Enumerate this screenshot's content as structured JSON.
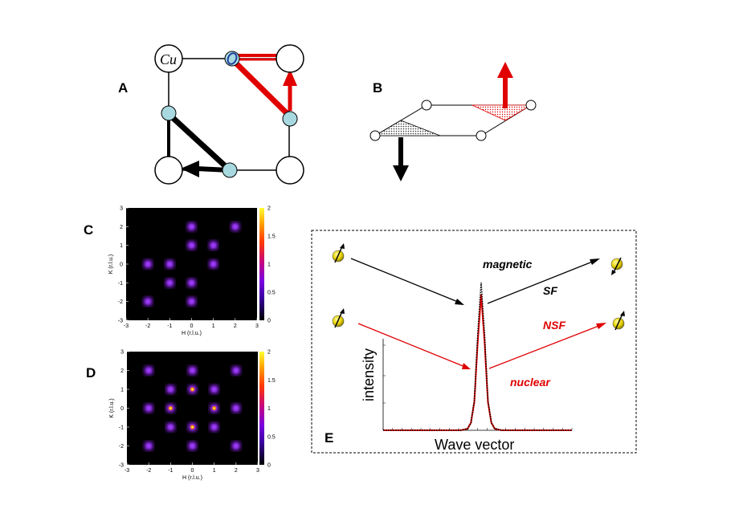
{
  "panels": {
    "A": {
      "letter": "A",
      "atom_label": "Cu"
    },
    "B": {
      "letter": "B"
    },
    "C": {
      "letter": "C"
    },
    "D": {
      "letter": "D"
    },
    "E": {
      "letter": "E",
      "label_magnetic": "magnetic",
      "label_sf": "SF",
      "label_nsf": "NSF",
      "label_nuclear": "nuclear",
      "colors": {
        "black_path": "#000000",
        "red_path": "#e00000",
        "neutron": "#e8d400"
      }
    }
  },
  "chart_data": [
    {
      "type": "heatmap",
      "panel": "C",
      "xlabel": "H (r.l.u.)",
      "ylabel": "K (r.l.u.)",
      "xlim": [
        -3,
        3
      ],
      "ylim": [
        -3,
        3
      ],
      "xticks": [
        "-3",
        "-2",
        "-1",
        "0",
        "1",
        "2",
        "3"
      ],
      "yticks": [
        "-3",
        "-2",
        "-1",
        "0",
        "1",
        "2",
        "3"
      ],
      "colorbar": {
        "range": [
          0,
          2
        ],
        "ticks": [
          "0",
          "0.5",
          "1",
          "1.5",
          "2"
        ]
      },
      "peaks": [
        {
          "h": 2,
          "k": 2,
          "v": 0.35
        },
        {
          "h": 0,
          "k": 2,
          "v": 0.35
        },
        {
          "h": 0,
          "k": 1,
          "v": 0.55
        },
        {
          "h": 1,
          "k": 1,
          "v": 0.6
        },
        {
          "h": -1,
          "k": 0,
          "v": 0.6
        },
        {
          "h": 1,
          "k": 0,
          "v": 0.6
        },
        {
          "h": -2,
          "k": 0,
          "v": 0.35
        },
        {
          "h": -1,
          "k": -1,
          "v": 0.6
        },
        {
          "h": 0,
          "k": -1,
          "v": 0.6
        },
        {
          "h": -2,
          "k": -2,
          "v": 0.35
        },
        {
          "h": 0,
          "k": -2,
          "v": 0.35
        }
      ]
    },
    {
      "type": "heatmap",
      "panel": "D",
      "xlabel": "H (r.l.u.)",
      "ylabel": "K (r.l.u.)",
      "xlim": [
        -3,
        3
      ],
      "ylim": [
        -3,
        3
      ],
      "xticks": [
        "-3",
        "-2",
        "-1",
        "0",
        "1",
        "2",
        "3"
      ],
      "yticks": [
        "-3",
        "-2",
        "-1",
        "0",
        "1",
        "2",
        "3"
      ],
      "colorbar": {
        "range": [
          0,
          2
        ],
        "ticks": [
          "0",
          "0.5",
          "1",
          "1.5",
          "2"
        ]
      },
      "peaks": [
        {
          "h": -2,
          "k": 2,
          "v": 0.35
        },
        {
          "h": 0,
          "k": 2,
          "v": 0.35
        },
        {
          "h": 2,
          "k": 2,
          "v": 0.35
        },
        {
          "h": -1,
          "k": 1,
          "v": 0.6
        },
        {
          "h": 0,
          "k": 1,
          "v": 1.9
        },
        {
          "h": 1,
          "k": 1,
          "v": 0.6
        },
        {
          "h": -2,
          "k": 0,
          "v": 0.35
        },
        {
          "h": -1,
          "k": 0,
          "v": 1.9
        },
        {
          "h": 1,
          "k": 0,
          "v": 1.9
        },
        {
          "h": 2,
          "k": 0,
          "v": 0.35
        },
        {
          "h": -1,
          "k": -1,
          "v": 0.6
        },
        {
          "h": 0,
          "k": -1,
          "v": 1.9
        },
        {
          "h": 1,
          "k": -1,
          "v": 0.6
        },
        {
          "h": -2,
          "k": -2,
          "v": 0.35
        },
        {
          "h": 0,
          "k": -2,
          "v": 0.35
        },
        {
          "h": 2,
          "k": -2,
          "v": 0.35
        }
      ]
    },
    {
      "type": "line",
      "panel": "E",
      "xlabel": "Wave vector",
      "ylabel": "intensity",
      "series": [
        {
          "style": "black dotted",
          "x": [
            -3,
            -2,
            -1.5,
            -1,
            -0.5,
            0,
            0.5,
            1,
            1.5,
            2,
            3
          ],
          "y": [
            0,
            0.01,
            0.05,
            0.2,
            0.65,
            1.0,
            0.65,
            0.2,
            0.05,
            0.01,
            0
          ]
        },
        {
          "style": "red solid",
          "x": [
            -3,
            -2,
            -1.5,
            -1,
            -0.5,
            0,
            0.5,
            1,
            1.5,
            2,
            3
          ],
          "y": [
            0,
            0.01,
            0.05,
            0.19,
            0.6,
            0.92,
            0.6,
            0.19,
            0.05,
            0.01,
            0
          ]
        }
      ]
    }
  ]
}
